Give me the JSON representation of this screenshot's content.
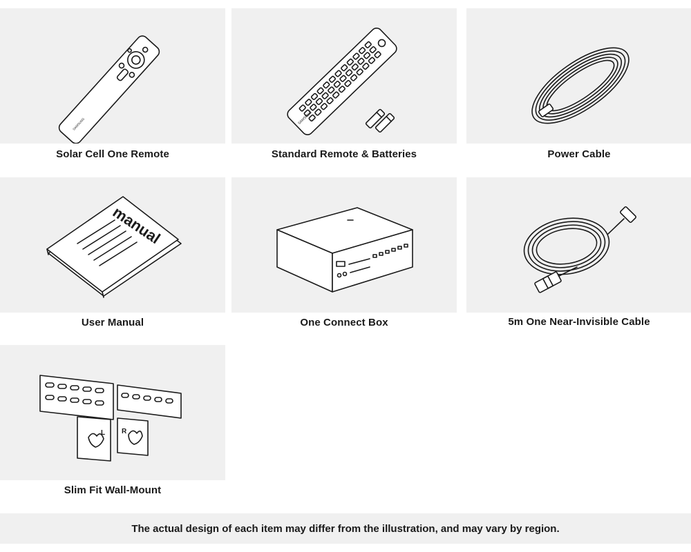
{
  "items": [
    {
      "label": "Solar Cell One Remote",
      "icon": "solar-remote-icon"
    },
    {
      "label": "Standard Remote & Batteries",
      "icon": "standard-remote-icon"
    },
    {
      "label": "Power Cable",
      "icon": "power-cable-icon"
    },
    {
      "label": "User Manual",
      "icon": "user-manual-icon",
      "cover_text": "manual"
    },
    {
      "label": "One Connect Box",
      "icon": "one-connect-box-icon"
    },
    {
      "label": "5m One Near-Invisible Cable",
      "icon": "near-invisible-cable-icon"
    },
    {
      "label": "Slim Fit Wall-Mount",
      "icon": "wall-mount-icon",
      "bracket_left": "L",
      "bracket_right": "R"
    }
  ],
  "brand_text": "SAMSUNG",
  "footer": {
    "note": "The actual design of each item may differ from the illustration, and may vary by region."
  }
}
